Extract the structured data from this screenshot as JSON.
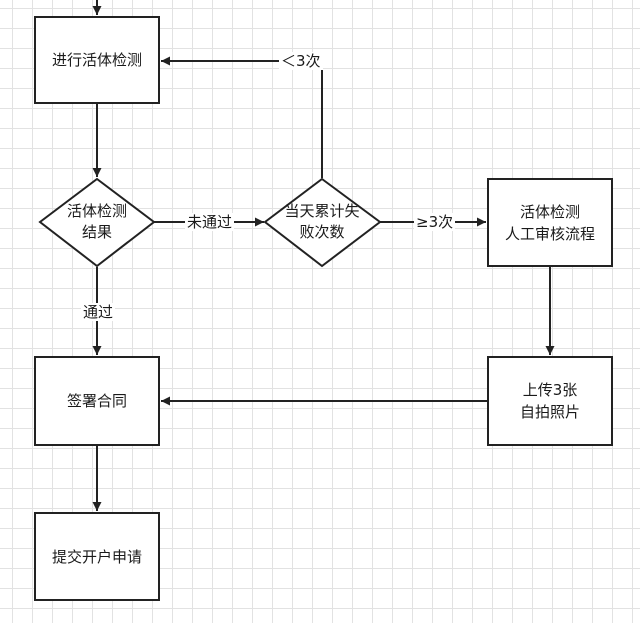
{
  "nodes": {
    "liveness_check": "进行活体检测",
    "liveness_result": "活体检测\n结果",
    "daily_failures": "当天累计失\n败次数",
    "manual_review": "活体检测\n人工审核流程",
    "sign_contract": "签署合同",
    "upload_selfies": "上传3张\n自拍照片",
    "submit_application": "提交开户申请"
  },
  "edges": {
    "not_passed": "未通过",
    "passed": "通过",
    "less_than_3": "＜3次",
    "at_least_3": "≥3次"
  }
}
